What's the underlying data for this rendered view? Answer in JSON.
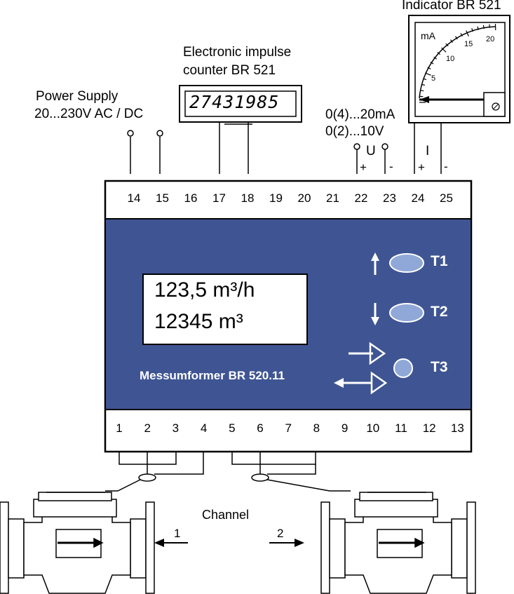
{
  "labels": {
    "indicator": "Indicator BR 521",
    "counter_line1": "Electronic impulse",
    "counter_line2": "counter BR 521",
    "power_line1": "Power Supply",
    "power_line2": "20...230V AC / DC",
    "out_current": "0(4)...20mA",
    "out_voltage": "0(2)...10V",
    "u": "U",
    "i": "I",
    "plus": "+",
    "minus": "-",
    "channel": "Channel",
    "ch1": "1",
    "ch2": "2"
  },
  "counter_display": "27431985",
  "meter": {
    "unit": "mA",
    "scale": [
      "5",
      "10",
      "15",
      "20"
    ]
  },
  "top_terminals": [
    "14",
    "15",
    "16",
    "17",
    "18",
    "19",
    "20",
    "21",
    "22",
    "23",
    "24",
    "25"
  ],
  "bottom_terminals": [
    "1",
    "2",
    "3",
    "4",
    "5",
    "6",
    "7",
    "8",
    "9",
    "10",
    "11",
    "12",
    "13"
  ],
  "device": {
    "display_line1": "123,5 m³/h",
    "display_line2": "12345 m³",
    "name": "Messumformer BR 520.11",
    "buttons": [
      "T1",
      "T2",
      "T3"
    ],
    "panel_color": "#3f5593",
    "button_color": "#8fa8d8"
  }
}
